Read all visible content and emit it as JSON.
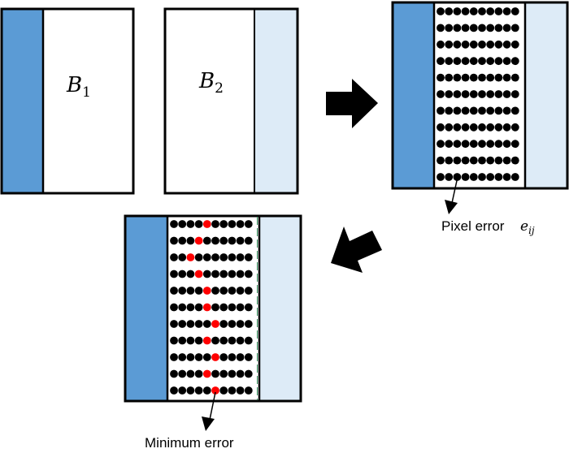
{
  "colors": {
    "dark_blue": "#5B9BD5",
    "light_blue": "#DDEBF7",
    "dot": "#000000",
    "highlight_dot": "#FF0000",
    "outline": "#000000",
    "seam_line": "#2E8B57"
  },
  "blocks": {
    "b1": {
      "label": "B",
      "subscript": "1"
    },
    "b2": {
      "label": "B",
      "subscript": "2"
    }
  },
  "overlap": {
    "dot_rows": 11,
    "dots_per_row": 10
  },
  "pixel_error": {
    "label": "Pixel error",
    "symbol": "e",
    "symbol_subscript": "ij"
  },
  "seam": {
    "min_error_columns": [
      4,
      3,
      2,
      3,
      4,
      4,
      5,
      4,
      5,
      4,
      5
    ],
    "label": "Minimum error"
  },
  "arrows": [
    {
      "name": "step-1",
      "direction": "right"
    },
    {
      "name": "step-2",
      "direction": "down-left"
    }
  ]
}
